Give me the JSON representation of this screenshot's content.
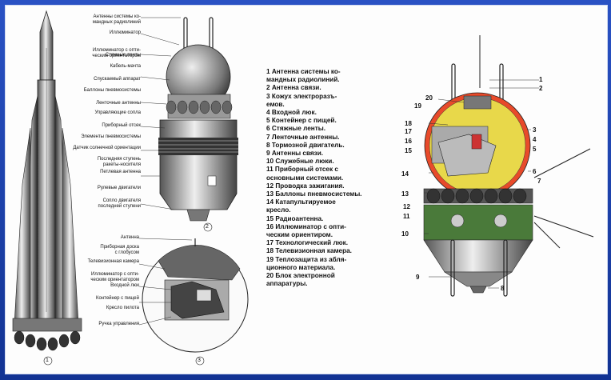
{
  "labels_rocket": [
    "Антенны системы ко-\nмандных радиолиний",
    "Иллюминатор",
    "Иллюминатор с опти-\nческим ориентатором",
    "Стяжные ленты",
    "Кабель-мачта",
    "Спускаемый аппарат",
    "Баллоны пневмосистемы",
    "Ленточные антенны",
    "Управляющие сопла",
    "Приборный отсек",
    "Элементы пневмосистемы",
    "Датчик солнечной ориентации",
    "Последняя ступень\nракеты-носителя",
    "Петлевая антенна",
    "Рулевые двигатели",
    "Сопло двигателя\nпоследней ступени"
  ],
  "labels_cabin": [
    "Антенна",
    "Приборная доска\nс глобусом",
    "Телевизионная камера",
    "Иллюминатор с опти-\nческим ориентатором",
    "Входной люк",
    "Контейнер с пищей",
    "Кресло пилота",
    "Ручка управления"
  ],
  "figure_numbers": [
    "1",
    "2",
    "3"
  ],
  "legend": [
    "1  Антенна   системы   ко-",
    "    мандных радиолиний.",
    "2  Антенна связи.",
    "3  Кожух      электроразъ-",
    "    емов.",
    "4  Входной люк.",
    "5  Контейнер с пищей.",
    "6  Стяжные ленты.",
    "7  Ленточные антенны.",
    "8  Тормозной двигатель.",
    "9  Антенны связи.",
    "10  Служебные люки.",
    "11  Приборный отсек с",
    "      основными системами.",
    "12  Проводка зажигания.",
    "13  Баллоны пневмосистемы.",
    "14  Катапультируемое",
    "      кресло.",
    "15  Радиоантенна.",
    "16  Иллюминатор   с   опти-",
    "      ческим ориентиром.",
    "17  Технологический  люк.",
    "18  Телевизионная камера.",
    "19  Теплозащита  из  абля-",
    "      ционного материала.",
    "20  Блок электронной",
    "      аппаратуры."
  ],
  "callouts_right": [
    "1",
    "2",
    "20",
    "19",
    "18",
    "17",
    "16",
    "15",
    "14",
    "13",
    "12",
    "11",
    "10",
    "9",
    "3",
    "4",
    "5",
    "6",
    "7",
    "8"
  ],
  "colors": {
    "frame": "#1a3fa8",
    "sheet": "#fdfdfd",
    "cabin_yellow": "#e8d84a",
    "ablative": "#e84a2a",
    "instrument": "#4a7a3a"
  }
}
